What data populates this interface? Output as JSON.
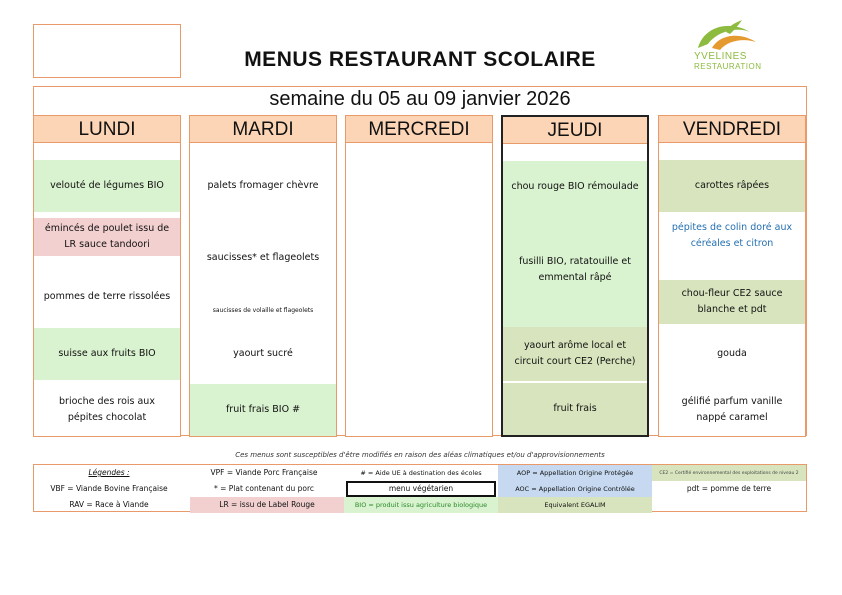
{
  "header": {
    "title": "MENUS RESTAURANT SCOLAIRE",
    "brand_line1": "YVELINES",
    "brand_line2": "RESTAURATION"
  },
  "week": {
    "title": "semaine du 05 au 09 janvier 2026"
  },
  "days": {
    "lundi": {
      "label": "LUNDI",
      "items": [
        "velouté de légumes BIO",
        "émincés de poulet issu de LR sauce tandoori",
        "pommes de terre rissolées",
        "suisse aux fruits BIO",
        "brioche des rois aux pépites chocolat"
      ]
    },
    "mardi": {
      "label": "MARDI",
      "items": [
        "palets fromager chèvre",
        "saucisses* et flageolets",
        "saucisses de volaille et flageolets",
        "yaourt sucré",
        "fruit frais BIO #"
      ]
    },
    "mercredi": {
      "label": "MERCREDI"
    },
    "jeudi": {
      "label": "JEUDI",
      "items": [
        "chou rouge BIO rémoulade",
        "fusilli BIO, ratatouille et emmental râpé",
        "yaourt arôme local et circuit court CE2 (Perche)",
        "fruit frais"
      ]
    },
    "vendredi": {
      "label": "VENDREDI",
      "items": [
        "carottes râpées",
        "pépites de colin doré aux céréales et citron",
        "chou-fleur CE2 sauce blanche et pdt",
        "gouda",
        "gélifié parfum vanille nappé caramel"
      ]
    }
  },
  "disclaimer": "Ces menus sont susceptibles d'être modifiés en raison des aléas climatiques et/ou d'approvisionnements",
  "legend": {
    "title": "Légendes :",
    "vpf": "VPF = Viande Porc Française",
    "aide_ue": "# = Aide UE à destination des écoles",
    "aop": "AOP = Appellation Origine Protégée",
    "ce2": "CE2 = Certifié environnemental des exploitations de niveau 2",
    "vbf": "VBF = Viande Bovine Française",
    "plat_porc": "* = Plat contenant du porc",
    "vegetarien": "menu végétarien",
    "aoc": "AOC = Appellation Origine Contrôlée",
    "pdt": "pdt = pomme de terre",
    "rav": "RAV = Race à Viande",
    "lr": "LR = issu de Label Rouge",
    "bio": "BIO = produit issu agriculture biologique",
    "egalim": "Equivalent EGALIM"
  },
  "colors": {
    "accent_border": "#e89a6a",
    "day_header": "#fbd5b5",
    "bio_green": "#d9f2cf",
    "egalim_olive": "#d7e4bd",
    "label_rouge_pink": "#f2d0d0",
    "aop_blue": "#c6d9f0",
    "brand_green": "#8dbb3f"
  }
}
